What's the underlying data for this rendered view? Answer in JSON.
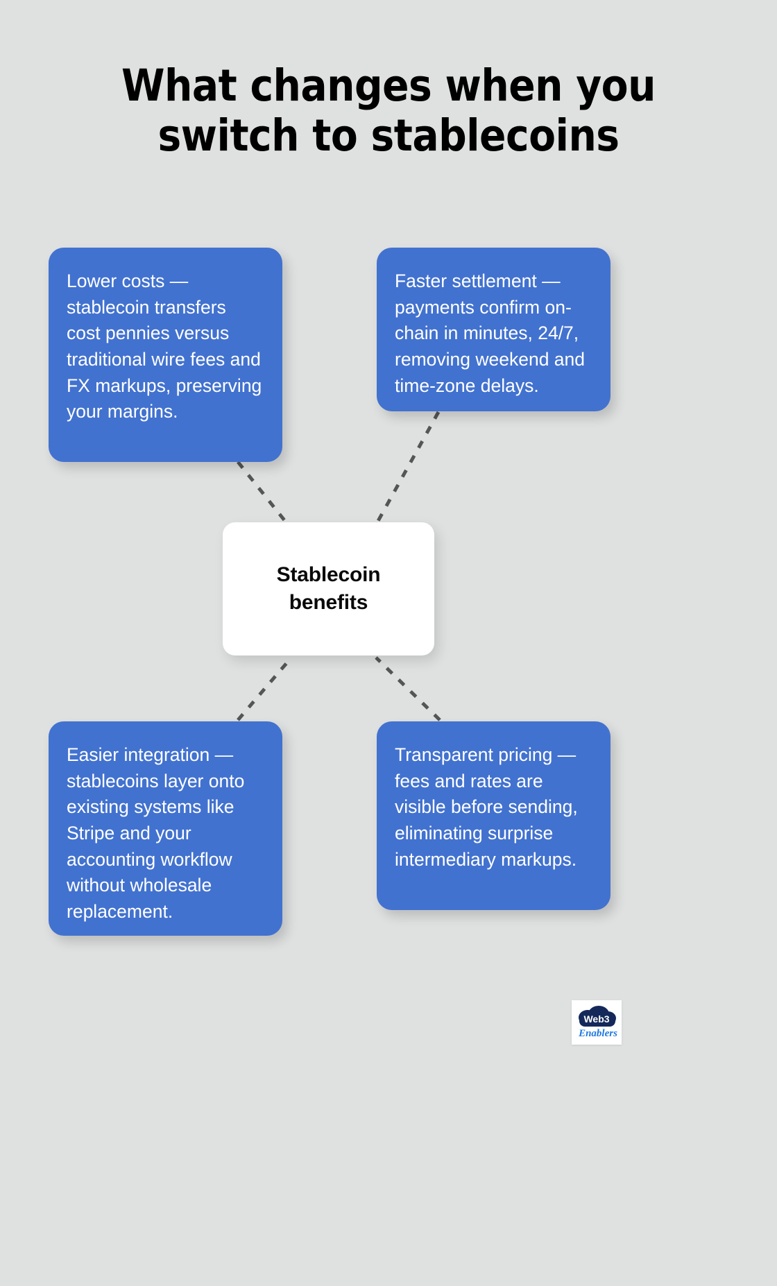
{
  "page": {
    "background_color": "#dfe1e1",
    "accent_color": "#4272cf",
    "center_card_color": "#ffffff",
    "connector_color": "#555555"
  },
  "title": {
    "line1": "What changes when you",
    "line2": "switch to stablecoins",
    "full": "What changes when you switch to stablecoins"
  },
  "center": {
    "line1": "Stablecoin",
    "line2": "benefits",
    "label": "Stablecoin benefits"
  },
  "cards": [
    {
      "id": "lower-costs",
      "position": "top-left",
      "text": "Lower costs — stablecoin transfers cost pennies versus traditional wire fees and FX markups, preserving your margins."
    },
    {
      "id": "faster-settlement",
      "position": "top-right",
      "text": "Faster settlement — payments confirm on-chain in minutes, 24/7, removing weekend and time-zone delays."
    },
    {
      "id": "easier-integration",
      "position": "bottom-left",
      "text": "Easier integration — stablecoins layer onto existing systems like Stripe and your accounting workflow without wholesale replacement."
    },
    {
      "id": "transparent-pricing",
      "position": "bottom-right",
      "text": "Transparent pricing — fees and rates are visible before sending, eliminating surprise intermediary markups."
    }
  ],
  "logo": {
    "name": "web3-enablers-logo",
    "primary_text": "Web3",
    "script_text": "Enablers",
    "cloud_color": "#14285a",
    "script_color": "#1f7ae0"
  }
}
